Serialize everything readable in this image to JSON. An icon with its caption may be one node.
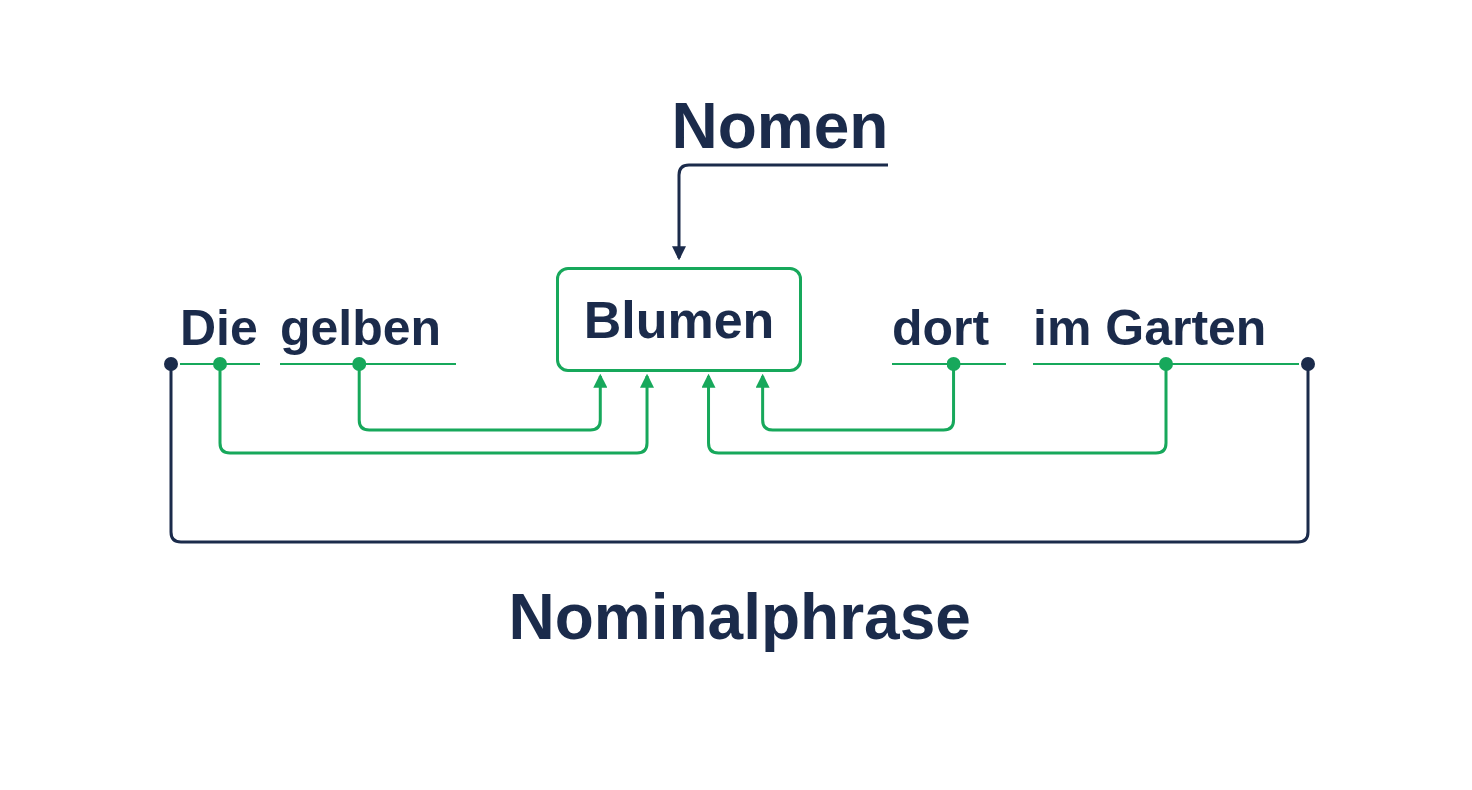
{
  "diagram": {
    "nodes": [
      {
        "text": [
          "Nomen"
        ]
      },
      {
        "text": [
          "Die"
        ]
      },
      {
        "text": [
          "gelben"
        ]
      },
      {
        "text": [
          "Blumen"
        ]
      },
      {
        "text": [
          "dort"
        ]
      },
      {
        "text": [
          "im Garten"
        ]
      }
    ],
    "edges": [
      {
        "from": 0,
        "to": 3,
        "arrow": "to",
        "color": "#1b2b4b"
      },
      {
        "from": 1,
        "to": 3,
        "arrow": "to"
      },
      {
        "from": 2,
        "to": 3,
        "arrow": "to"
      },
      {
        "from": 4,
        "to": 3,
        "arrow": "to"
      },
      {
        "from": 5,
        "to": 3,
        "arrow": "to"
      },
      {
        "from": 1,
        "to": 5,
        "arrow": "other",
        "label": "Nominalphrase",
        "color": "#1b2b4b"
      }
    ]
  }
}
